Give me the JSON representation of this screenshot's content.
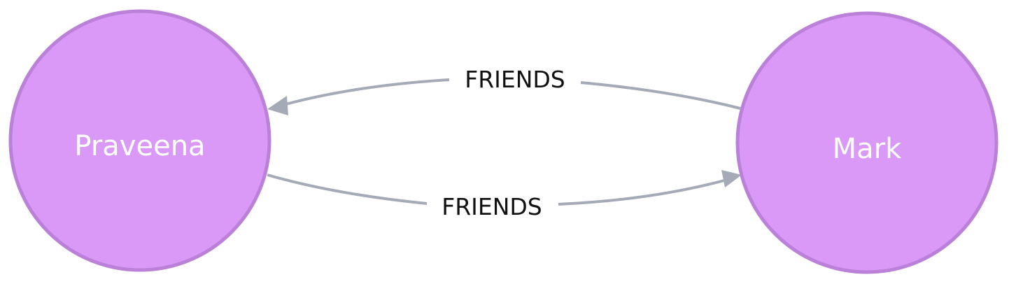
{
  "graph": {
    "nodes": [
      {
        "id": "praveena",
        "label": "Praveena"
      },
      {
        "id": "mark",
        "label": "Mark"
      }
    ],
    "edges": [
      {
        "from": "mark",
        "to": "praveena",
        "label": "FRIENDS"
      },
      {
        "from": "praveena",
        "to": "mark",
        "label": "FRIENDS"
      }
    ]
  },
  "colors": {
    "node_fill": "#DA99F7",
    "node_stroke": "#BB81D9",
    "edge_stroke": "#A5ABB6",
    "edge_label_text": "#111111",
    "node_label_text": "#FFFFFF",
    "background": "#FFFFFF"
  }
}
